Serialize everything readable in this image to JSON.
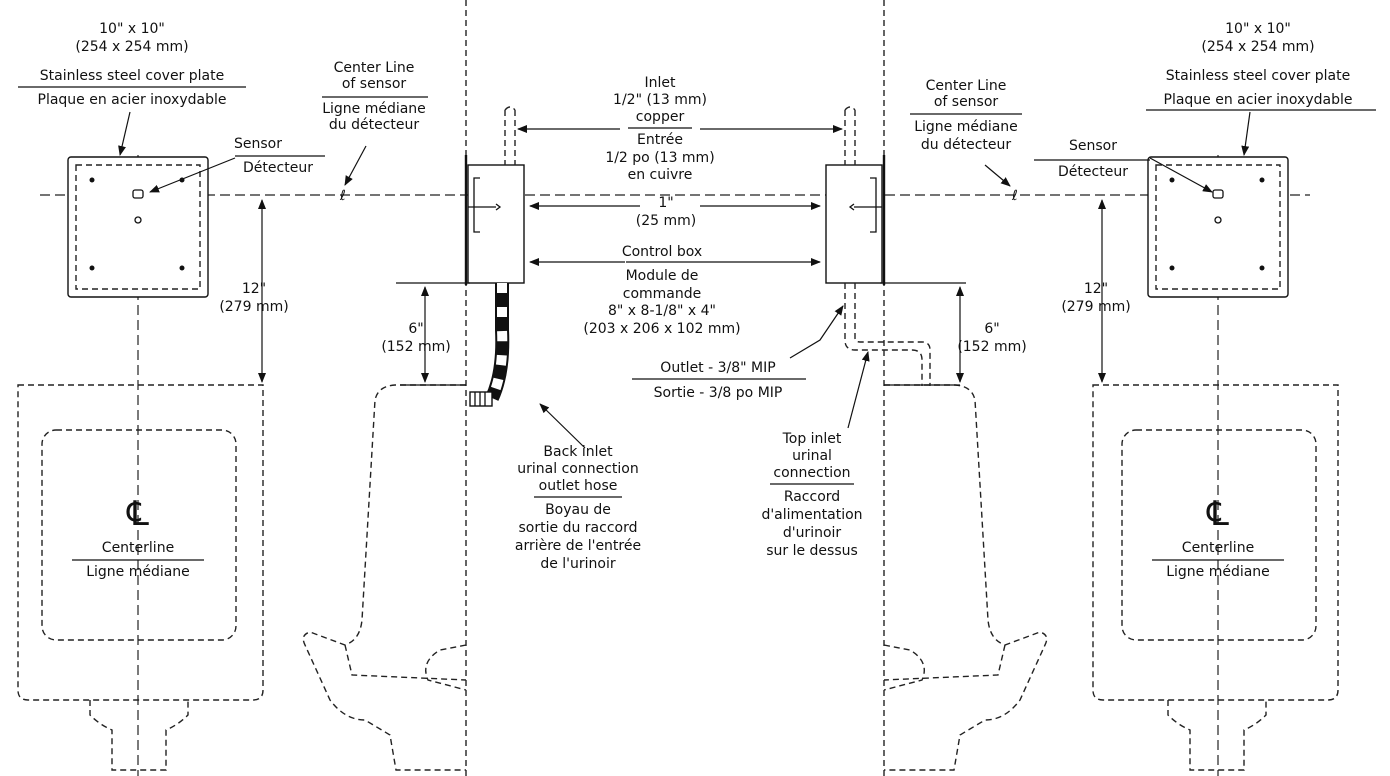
{
  "left": {
    "plate_size": "10\" x 10\"",
    "plate_size_mm": "(254 x 254 mm)",
    "plate_en": "Stainless steel cover plate",
    "plate_fr": "Plaque en acier inoxydable",
    "sensor_en": "Sensor",
    "sensor_fr": "Détecteur",
    "centerline_sensor_en_1": "Center Line",
    "centerline_sensor_en_2": "of sensor",
    "centerline_sensor_fr_1": "Ligne médiane",
    "centerline_sensor_fr_2": "du détecteur",
    "dim_12": "12\"",
    "dim_12_mm": "(279 mm)",
    "dim_6": "6\"",
    "dim_6_mm": "(152 mm)",
    "cl_symbol": "℄",
    "centerline_en": "Centerline",
    "centerline_fr": "Ligne médiane"
  },
  "center": {
    "inlet_en_1": "Inlet",
    "inlet_en_2": "1/2\" (13 mm)",
    "inlet_en_3": "copper",
    "inlet_fr_1": "Entrée",
    "inlet_fr_2": "1/2 po (13 mm)",
    "inlet_fr_3": "en cuivre",
    "dim_1": "1\"",
    "dim_1_mm": "(25 mm)",
    "control_en": "Control box",
    "control_fr_1": "Module de",
    "control_fr_2": "commande",
    "control_dim": "8\" x 8-1/8\" x 4\"",
    "control_dim_mm": "(203 x 206 x 102 mm)",
    "outlet_en": "Outlet - 3/8\" MIP",
    "outlet_fr": "Sortie - 3/8 po MIP",
    "back_en_1": "Back inlet",
    "back_en_2": "urinal connection",
    "back_en_3": "outlet hose",
    "back_fr_1": "Boyau de",
    "back_fr_2": "sortie du raccord",
    "back_fr_3": "arrière de l'entrée",
    "back_fr_4": "de l'urinoir",
    "top_en_1": "Top inlet",
    "top_en_2": "urinal",
    "top_en_3": "connection",
    "top_fr_1": "Raccord",
    "top_fr_2": "d'alimentation",
    "top_fr_3": "d'urinoir",
    "top_fr_4": "sur le dessus"
  },
  "right": {
    "plate_size": "10\" x 10\"",
    "plate_size_mm": "(254 x 254 mm)",
    "plate_en": "Stainless steel cover plate",
    "plate_fr": "Plaque en acier inoxydable",
    "sensor_en": "Sensor",
    "sensor_fr": "Détecteur",
    "centerline_sensor_en_1": "Center Line",
    "centerline_sensor_en_2": "of sensor",
    "centerline_sensor_fr_1": "Ligne médiane",
    "centerline_sensor_fr_2": "du détecteur",
    "dim_12": "12\"",
    "dim_12_mm": "(279 mm)",
    "dim_6": "6\"",
    "dim_6_mm": "(152 mm)",
    "cl_symbol": "℄",
    "centerline_en": "Centerline",
    "centerline_fr": "Ligne médiane"
  }
}
